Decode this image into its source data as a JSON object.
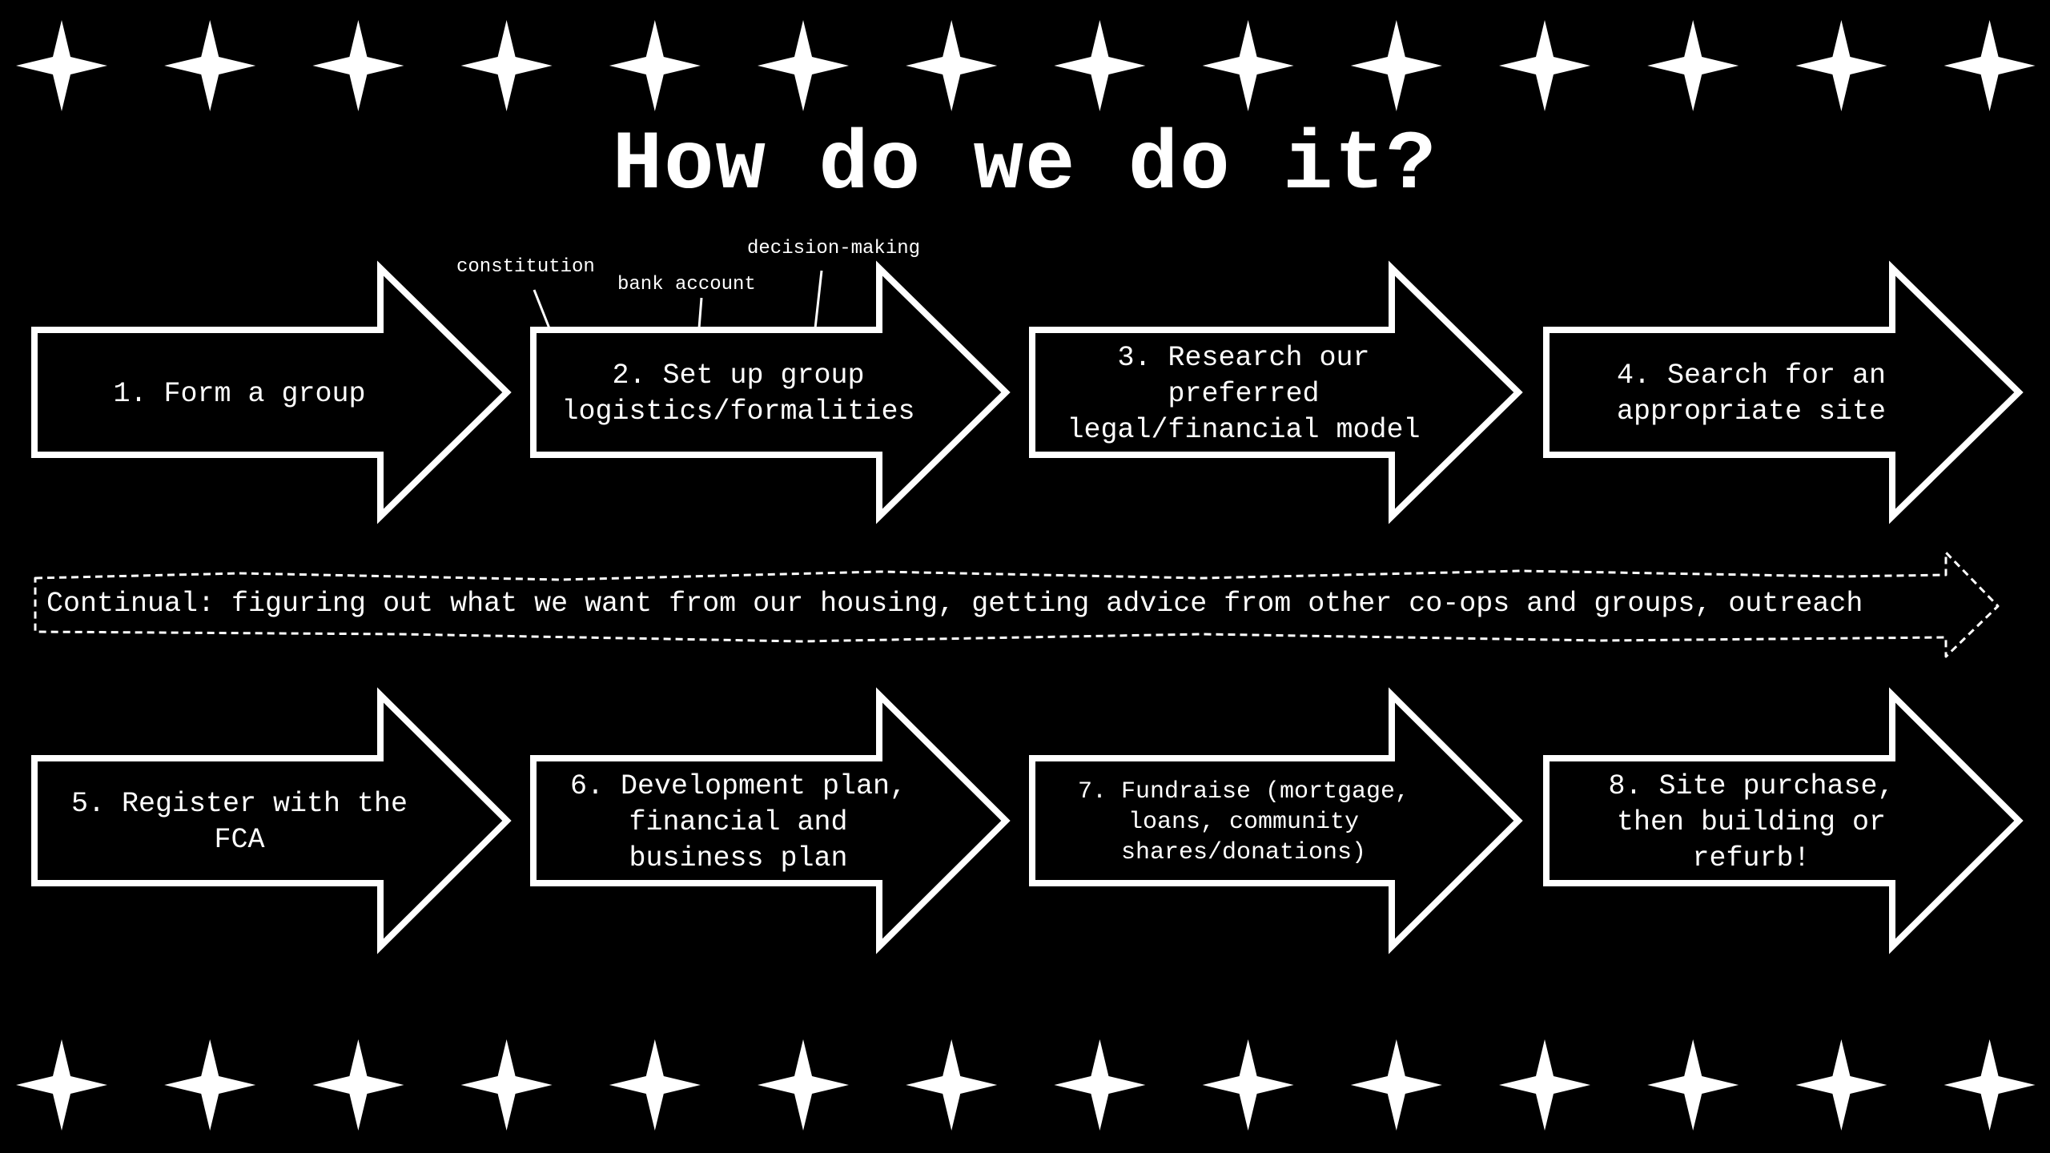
{
  "title": "How do we do it?",
  "annotations": {
    "constitution": "constitution",
    "bank_account": "bank account",
    "decision_making": "decision-making"
  },
  "steps": [
    {
      "label": "1. Form a group"
    },
    {
      "label": "2. Set up group\nlogistics/formalities"
    },
    {
      "label": "3. Research our\npreferred\nlegal/financial model"
    },
    {
      "label": "4. Search for an\nappropriate site"
    },
    {
      "label": "5. Register with the\nFCA"
    },
    {
      "label": "6. Development plan,\nfinancial and\nbusiness plan"
    },
    {
      "label": "7. Fundraise (mortgage,\nloans, community\nshares/donations)"
    },
    {
      "label": "8. Site purchase,\nthen building or\nrefurb!"
    }
  ],
  "continual": {
    "label": "Continual: figuring out what we want from our housing, getting advice from other co-ops and groups, outreach"
  },
  "decor": {
    "star_icon": "four-point-star-icon",
    "colors": {
      "background": "#000000",
      "foreground": "#ffffff"
    }
  }
}
